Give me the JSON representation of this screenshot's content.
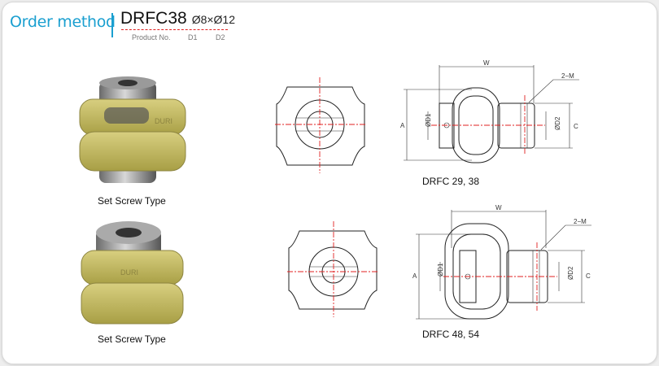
{
  "header": {
    "title": "Order method",
    "product_code": "DRFC38",
    "dims": "Ø8×Ø12",
    "labels": {
      "product_no": "Product No.",
      "d1": "D1",
      "d2": "D2"
    }
  },
  "rows": [
    {
      "photo_caption": "Set Screw Type",
      "drawing_caption": "DRFC 29, 38",
      "logo": "DURI"
    },
    {
      "photo_caption": "Set Screw Type",
      "drawing_caption": "DRFC 48, 54",
      "logo": "DURI"
    }
  ],
  "dimensions": {
    "w": "W",
    "a": "A",
    "d1": "ØD1",
    "d2": "ØD2",
    "c": "C",
    "m": "2−M"
  },
  "colors": {
    "accent": "#1a9fd0",
    "centerline": "#e02020",
    "elastomer": "#c9c06a"
  }
}
